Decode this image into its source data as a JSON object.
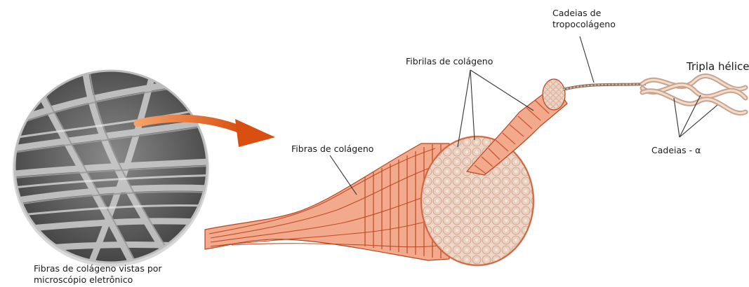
{
  "labels": {
    "micro_caption_line1": "Fibras de colágeno vistas por",
    "micro_caption_line2": "microscópio eletrônico",
    "fibras": "Fibras de colágeno",
    "fibrilas": "Fibrilas de colágeno",
    "cadeias_tropo_line1": "Cadeias de",
    "cadeias_tropo_line2": "tropocolágeno",
    "tripla_helice": "Tripla hélice",
    "cadeias_alfa": "Cadeias - α"
  },
  "colors": {
    "fiber_fill": "#f3a98c",
    "fiber_stripe": "#b8431f",
    "fibril_tan": "#e8c9b6",
    "arrow": "#e8621a",
    "micro_bg": "#6b6b6b",
    "leader_line": "#333333",
    "label_text": "#1a1a1a"
  },
  "icons": {
    "micrograph": "sem-micrograph-circle",
    "arrow": "curved-arrow-right"
  }
}
